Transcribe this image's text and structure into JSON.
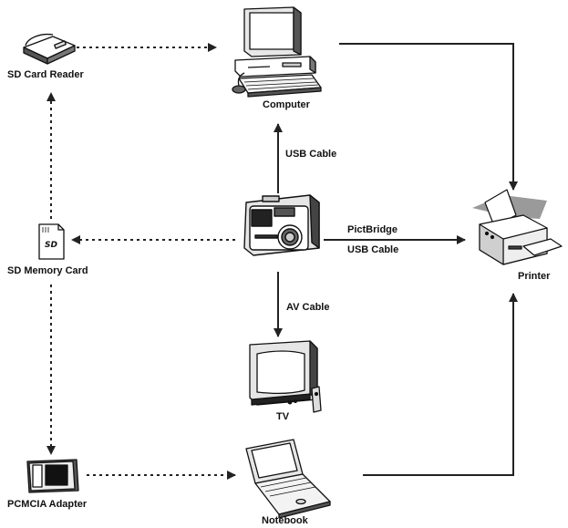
{
  "nodes": {
    "sd_card_reader": "SD Card Reader",
    "computer": "Computer",
    "sd_memory_card": "SD Memory Card",
    "printer": "Printer",
    "tv": "TV",
    "pcmcia_adapter": "PCMCIA Adapter",
    "notebook": "Notebook"
  },
  "connections": {
    "usb_cable_computer": "USB Cable",
    "pictbridge": "PictBridge",
    "usb_cable_printer": "USB Cable",
    "av_cable": "AV Cable"
  },
  "sd_card_mark": "SD",
  "icons": [
    "card-reader-icon",
    "computer-icon",
    "sd-card-icon",
    "camera-icon",
    "printer-icon",
    "tv-icon",
    "pcmcia-adapter-icon",
    "notebook-icon"
  ],
  "colors": {
    "line": "#222222",
    "icon_stroke": "#111111",
    "printer_shadow": "#9a9a9a"
  }
}
